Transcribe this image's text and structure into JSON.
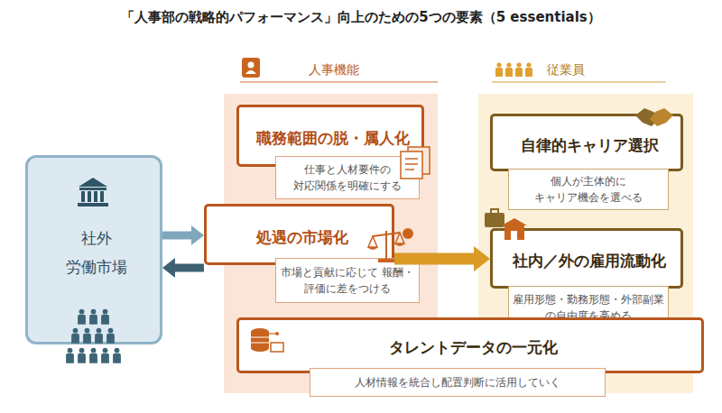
{
  "diagram": {
    "title": "「人事部の戦略的パフォーマンス」向上のための5つの要素（5 essentials）",
    "nodes": [
      {
        "text": [
          "社外 労働市場"
        ]
      },
      {
        "text": [
          "人事機能"
        ]
      },
      {
        "text": [
          "職務範囲の脱・属人化",
          "仕事と人材要件の 対応関係を明確にする"
        ],
        "in": 1
      },
      {
        "text": [
          "処遇の市場化",
          "市場と貢献に応じて 報酬・評価に差をつける"
        ],
        "in": 1
      },
      {
        "text": [
          "従業員"
        ]
      },
      {
        "text": [
          "自律的キャリア選択",
          "個人が主体的に キャリア機会を選べる"
        ],
        "in": 4
      },
      {
        "text": [
          "社内／外の雇用流動化",
          "雇用形態・勤務形態・外部副業 の自由度を高める"
        ],
        "in": 4
      },
      {
        "text": [
          "タレントデータの一元化",
          "人材情報を統合し配置判断に活用していく"
        ]
      }
    ],
    "edges": [
      {
        "from": 0,
        "to": 3,
        "arrow": "to"
      },
      {
        "from": 3,
        "to": 0,
        "arrow": "to"
      },
      {
        "from": 3,
        "to": 6,
        "arrow": "to"
      }
    ]
  }
}
